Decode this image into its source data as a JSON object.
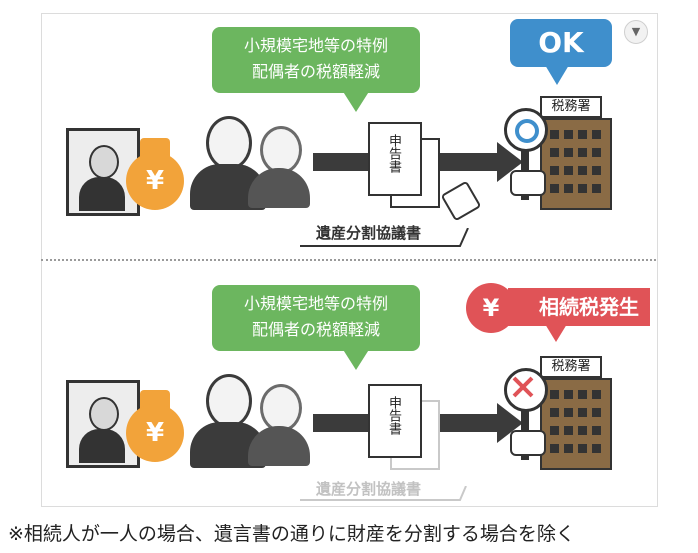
{
  "top_panel": {
    "bubble_line1": "小規模宅地等の特例",
    "bubble_line2": "配偶者の税額軽減",
    "result_label": "OK",
    "document_label": "申告書",
    "agreement_label": "遺産分割協議書",
    "office_label": "税務署",
    "yen_symbol": "¥"
  },
  "bottom_panel": {
    "bubble_line1": "小規模宅地等の特例",
    "bubble_line2": "配偶者の税額軽減",
    "result_label": "相続税発生",
    "document_label": "申告書",
    "agreement_label": "遺産分割協議書",
    "office_label": "税務署",
    "yen_symbol": "¥"
  },
  "footnote": "※相続人が一人の場合、遺言書の通りに財産を分割する場合を除く",
  "colors": {
    "green": "#6cb65f",
    "blue": "#3f8fcc",
    "red": "#e05357",
    "orange": "#f2a33a",
    "building": "#8a6b45",
    "dark": "#3b3b3b"
  }
}
